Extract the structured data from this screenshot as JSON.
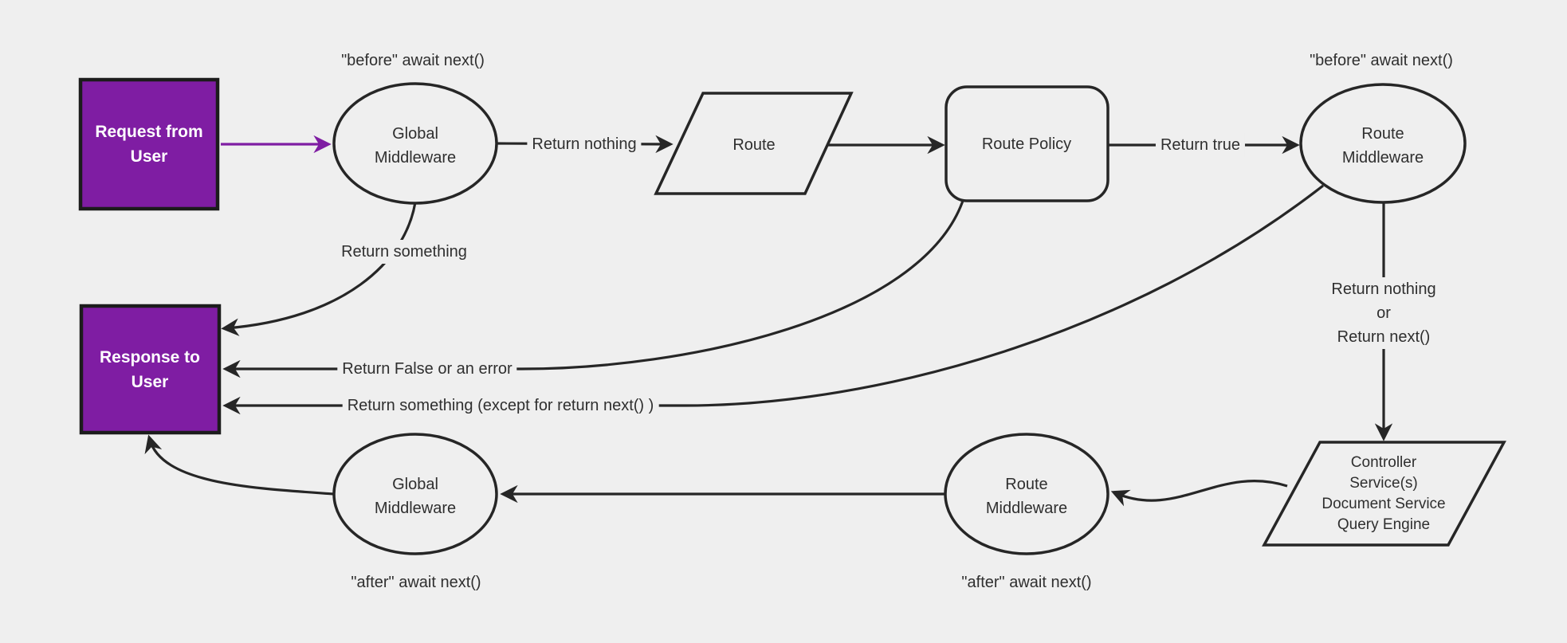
{
  "colors": {
    "background": "#efefef",
    "stroke": "#262626",
    "text": "#2f2f2f",
    "purple_fill": "#7f1da3",
    "purple_border": "#1c1c1c",
    "box_text": "#ffffff"
  },
  "nodes": {
    "request": {
      "label": "Request from\nUser"
    },
    "global_middleware_top": {
      "label": "Global\nMiddleware"
    },
    "route": {
      "label": "Route"
    },
    "route_policy": {
      "label": "Route Policy"
    },
    "route_middleware_top": {
      "label": "Route\nMiddleware"
    },
    "response": {
      "label": "Response to\nUser"
    },
    "controller": {
      "label": "Controller\nService(s)\nDocument Service\nQuery Engine"
    },
    "route_middleware_bottom": {
      "label": "Route\nMiddleware"
    },
    "global_middleware_bottom": {
      "label": "Global\nMiddleware"
    }
  },
  "edge_labels": {
    "before_await_next_global": "\"before\" await next()",
    "before_await_next_route": "\"before\" await next()",
    "return_nothing": "Return nothing",
    "return_true": "Return true",
    "return_something": "Return something",
    "return_false_or_error": "Return False or an error",
    "return_something_except": "Return something (except for return next() )",
    "return_nothing_or_next": "Return nothing\nor\nReturn next()",
    "after_await_next_route": "\"after\" await next()",
    "after_await_next_global": "\"after\" await next()"
  }
}
